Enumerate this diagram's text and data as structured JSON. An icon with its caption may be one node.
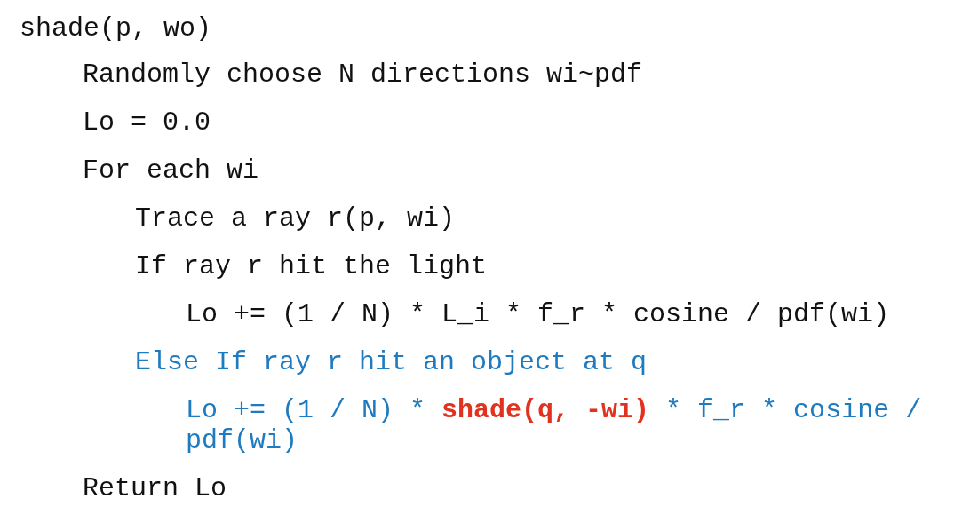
{
  "diagram": {
    "labels": [
      "shade(p, wo)",
      "Randomly choose N directions wi~pdf",
      "Lo = 0.0",
      "For each wi",
      "Trace a ray r(p, wi)",
      "If ray r hit the light",
      "Lo += (1 / N) * L_i * f_r * cosine / pdf(wi)",
      "Else If ray r hit an object at q",
      "Lo += (1 / N) * **shade(q, -wi)** * f_r * cosine / pdf(wi)",
      "Return Lo"
    ]
  }
}
